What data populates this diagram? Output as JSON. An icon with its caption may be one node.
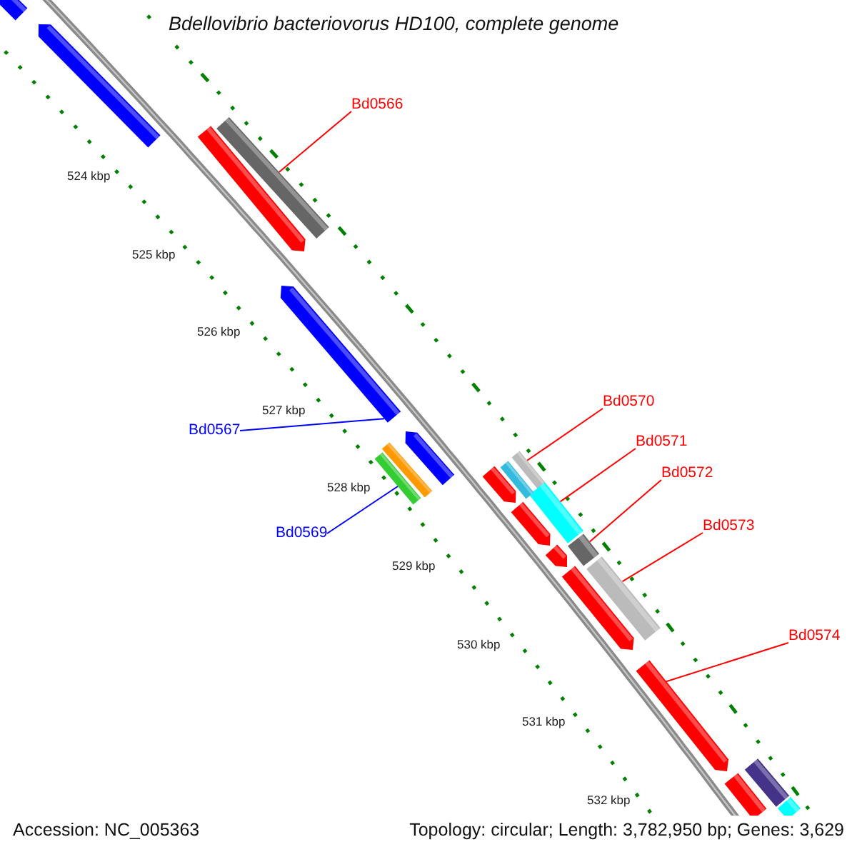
{
  "diagram": {
    "title": "Bdellovibrio bacteriovorus HD100, complete genome",
    "nodes": [
      {
        "text": [
          "Bd0566"
        ]
      },
      {
        "text": [],
        "shape": "bar"
      },
      {
        "text": [
          "Bd0567"
        ]
      },
      {
        "text": [],
        "shape": "bar"
      },
      {
        "text": [
          "Bd0569"
        ]
      },
      {
        "text": [],
        "shape": "bar"
      },
      {
        "text": [
          "Bd0570"
        ]
      },
      {
        "text": [],
        "shape": "bar"
      },
      {
        "text": [
          "Bd0571"
        ]
      },
      {
        "text": [],
        "shape": "bar"
      },
      {
        "text": [
          "Bd0572"
        ]
      },
      {
        "text": [],
        "shape": "bar"
      },
      {
        "text": [
          "Bd0573"
        ]
      },
      {
        "text": [],
        "shape": "bar"
      },
      {
        "text": [
          "Bd0574"
        ]
      },
      {
        "text": [],
        "shape": "bar"
      },
      {
        "text": [],
        "shape": "bar"
      },
      {
        "text": [],
        "shape": "bar"
      },
      {
        "text": [],
        "shape": "bar"
      },
      {
        "text": [],
        "shape": "bar"
      },
      {
        "text": [],
        "shape": "bar"
      },
      {
        "text": [],
        "shape": "bar"
      },
      {
        "text": [],
        "shape": "bar"
      },
      {
        "text": [],
        "shape": "bar"
      },
      {
        "text": [],
        "shape": "bar"
      },
      {
        "text": [],
        "shape": "bar"
      },
      {
        "text": [],
        "shape": "bar"
      },
      {
        "text": [],
        "shape": "bar"
      },
      {
        "text": [],
        "shape": "bar"
      }
    ],
    "edges": [
      {
        "from": 0,
        "to": 1,
        "arrow": "none"
      },
      {
        "from": 2,
        "to": 3,
        "arrow": "none",
        "color": "#0000ff"
      },
      {
        "from": 4,
        "to": 5,
        "arrow": "none",
        "color": "#0000ff"
      },
      {
        "from": 6,
        "to": 7,
        "arrow": "none"
      },
      {
        "from": 8,
        "to": 9,
        "arrow": "none"
      },
      {
        "from": 10,
        "to": 11,
        "arrow": "none"
      },
      {
        "from": 12,
        "to": 13,
        "arrow": "none"
      },
      {
        "from": 14,
        "to": 15,
        "arrow": "none"
      }
    ],
    "labels": [
      "524 kbp",
      "525 kbp",
      "526 kbp",
      "527 kbp",
      "528 kbp",
      "529 kbp",
      "530 kbp",
      "531 kbp",
      "532 kbp",
      "Accession: NC_005363",
      "Topology: circular; Length: 3,782,950 bp; Genes: 3,629"
    ]
  }
}
